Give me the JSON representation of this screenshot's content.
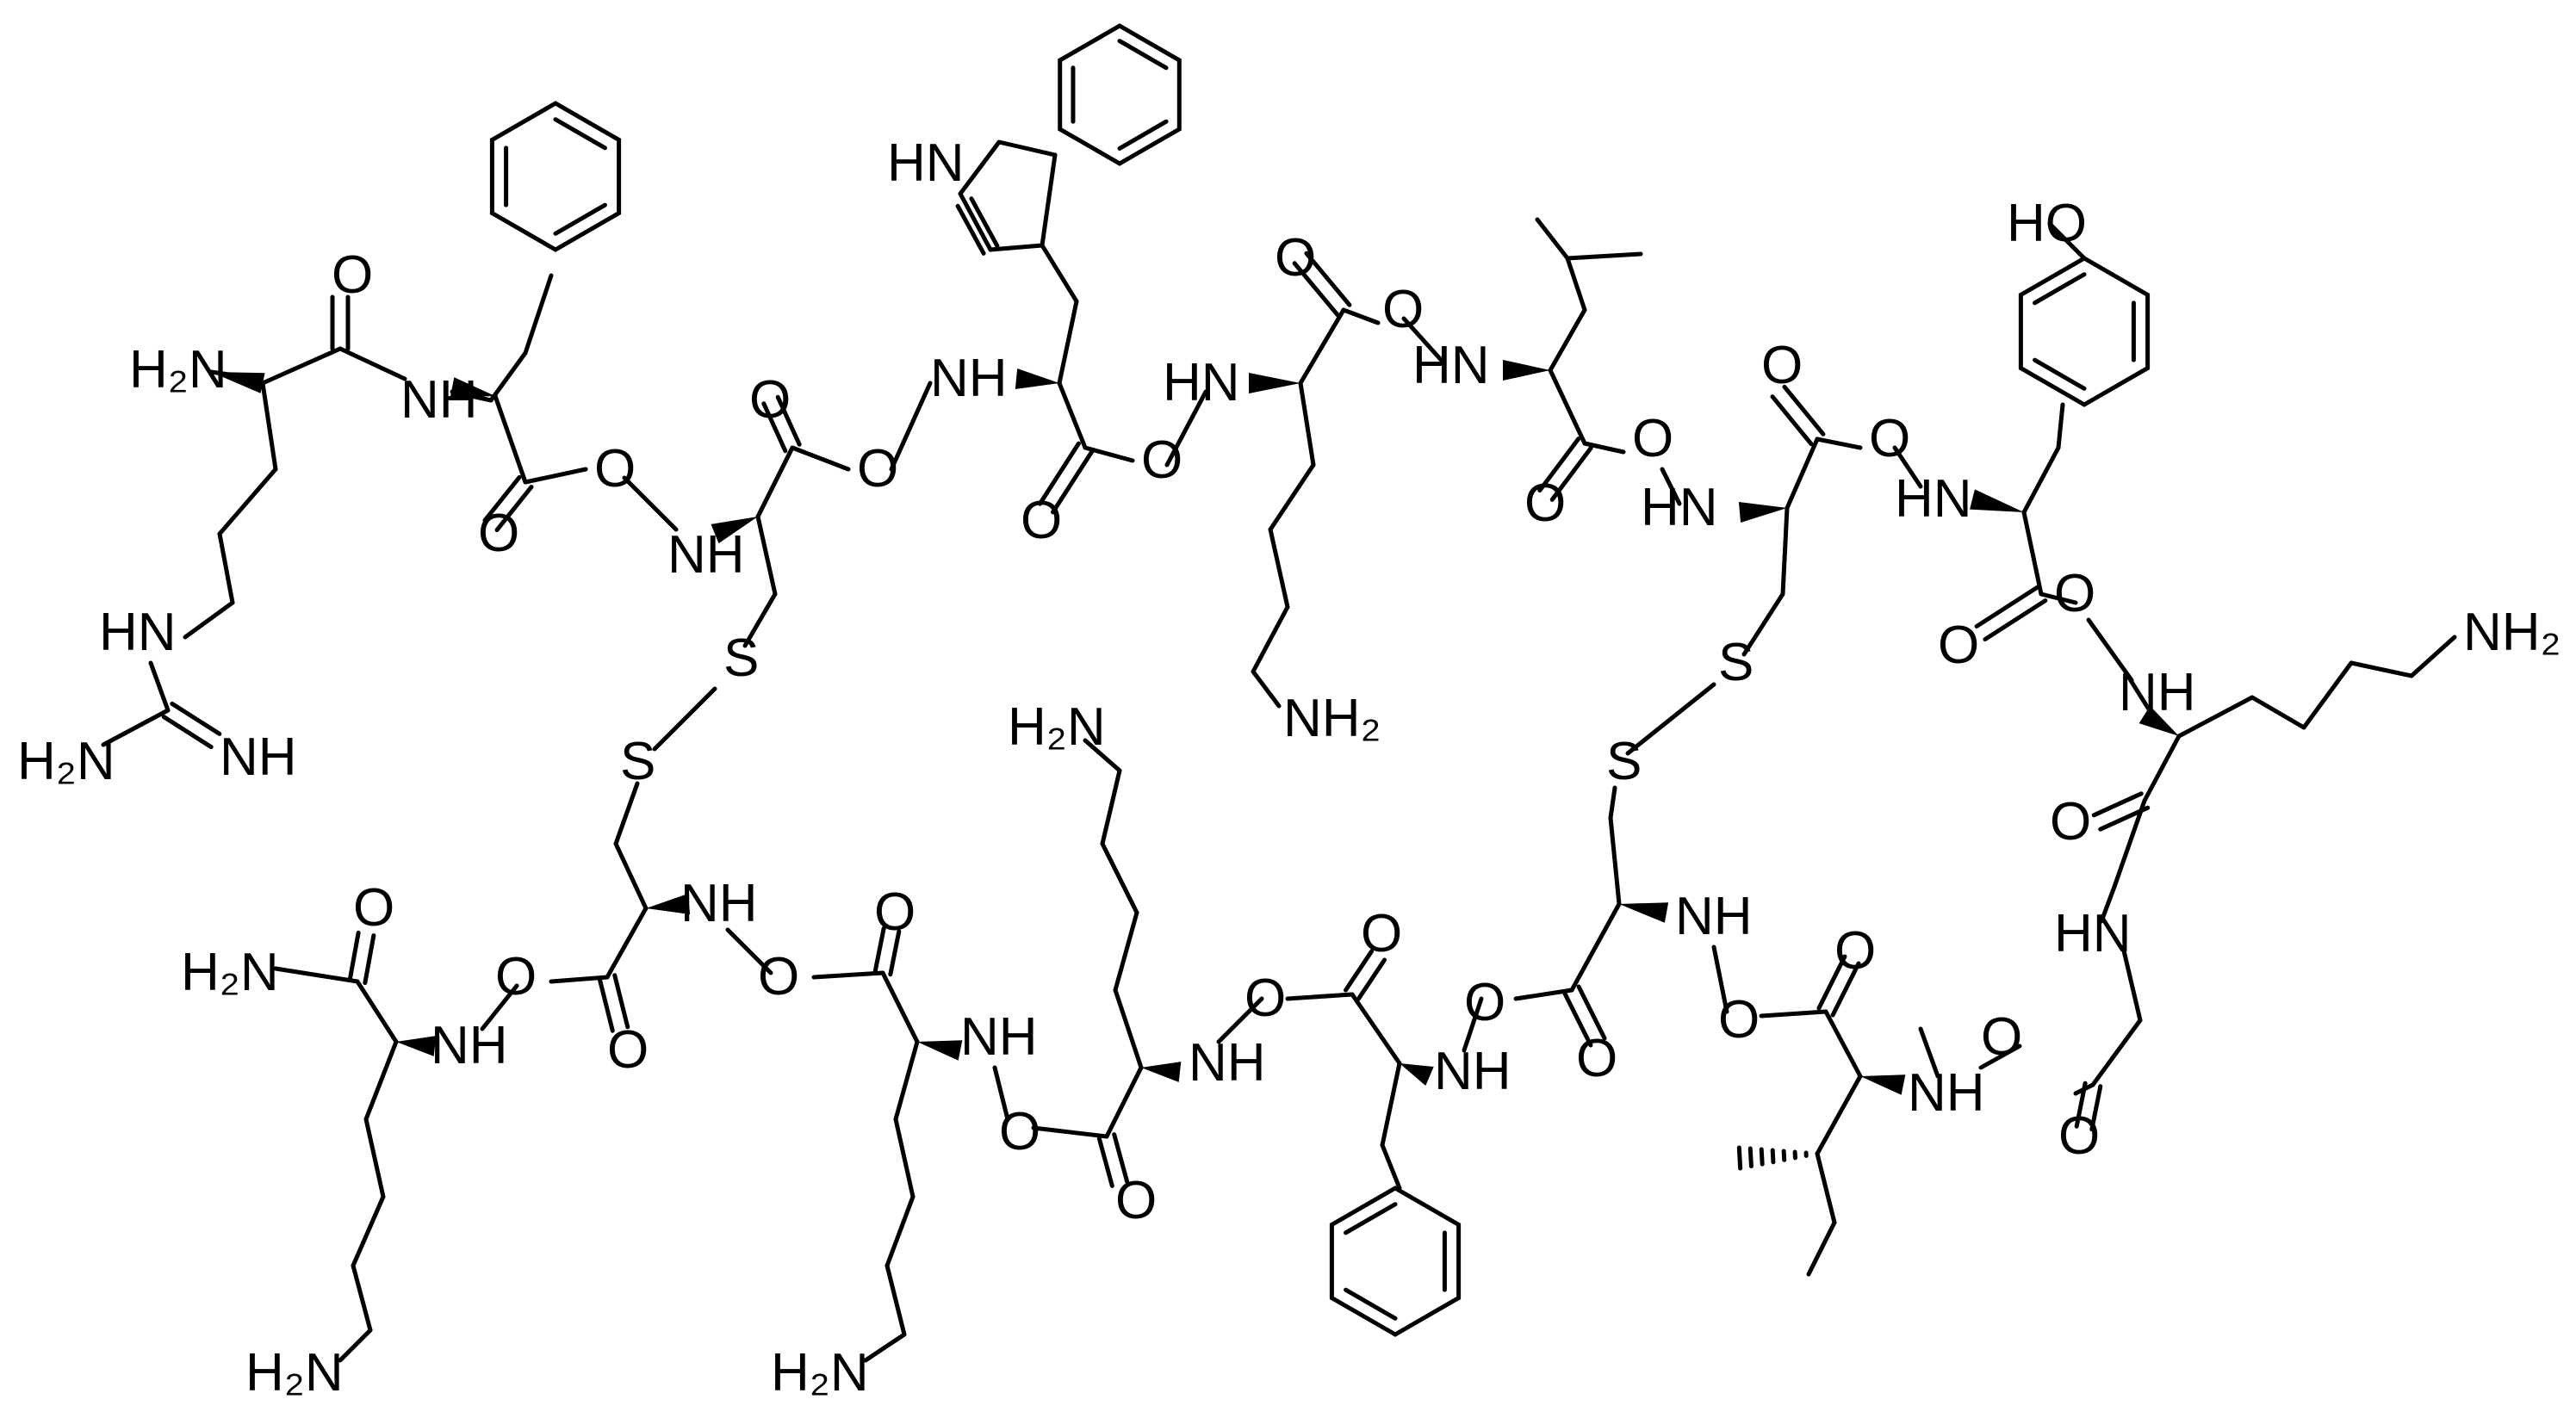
{
  "molecule": {
    "labels": {
      "h2n_arg": "H₂N",
      "nh_arg_phe": "NH",
      "o_arg": "O",
      "hn_guan": "HN",
      "h2n_guan": "H₂N",
      "nh_guan": "NH",
      "o_phe": "O",
      "o_link1": "O",
      "nh_cys1": "NH",
      "o_cys1": "O",
      "o_link2": "O",
      "nh_trp": "NH",
      "hn_indole": "HN",
      "o_trp": "O",
      "o_link3": "O",
      "hn_lys1": "HN",
      "nh2_lys1": "NH₂",
      "o_lys1": "O",
      "o_link4": "O",
      "hn_val": "HN",
      "o_val": "O",
      "o_link5": "O",
      "hn_cys2": "HN",
      "s_cys2": "S",
      "o_cys2": "O",
      "o_link6": "O",
      "hn_tyr": "HN",
      "ho_tyr": "HO",
      "o_tyr": "O",
      "o_link7": "O",
      "nh_lys2": "NH",
      "nh2_lys2": "NH₂",
      "o_gly1": "O",
      "hn_gly": "HN",
      "o_gly2": "O",
      "o_link8": "O",
      "nh_ile": "NH",
      "o_ile": "O",
      "o_link9": "O",
      "nh_cys3": "NH",
      "s_cys3": "S",
      "o_cys3": "O",
      "o_link10": "O",
      "nh_phe2": "NH",
      "o_phe2": "O",
      "o_link11": "O",
      "nh_lys3": "NH",
      "h2n_lys3": "H₂N",
      "o_lys3": "O",
      "o_link12": "O",
      "nh_lys4": "NH",
      "h2n_lys4": "H₂N",
      "o_lys4": "O",
      "o_link13": "O",
      "nh_cys4": "NH",
      "s_cys4": "S",
      "o_cys4": "O",
      "o_link14": "O",
      "nh_lys5": "NH",
      "h2n_amide": "H₂N",
      "o_amide": "O",
      "h2n_lys5": "H₂N",
      "s_cys1": "S"
    }
  }
}
